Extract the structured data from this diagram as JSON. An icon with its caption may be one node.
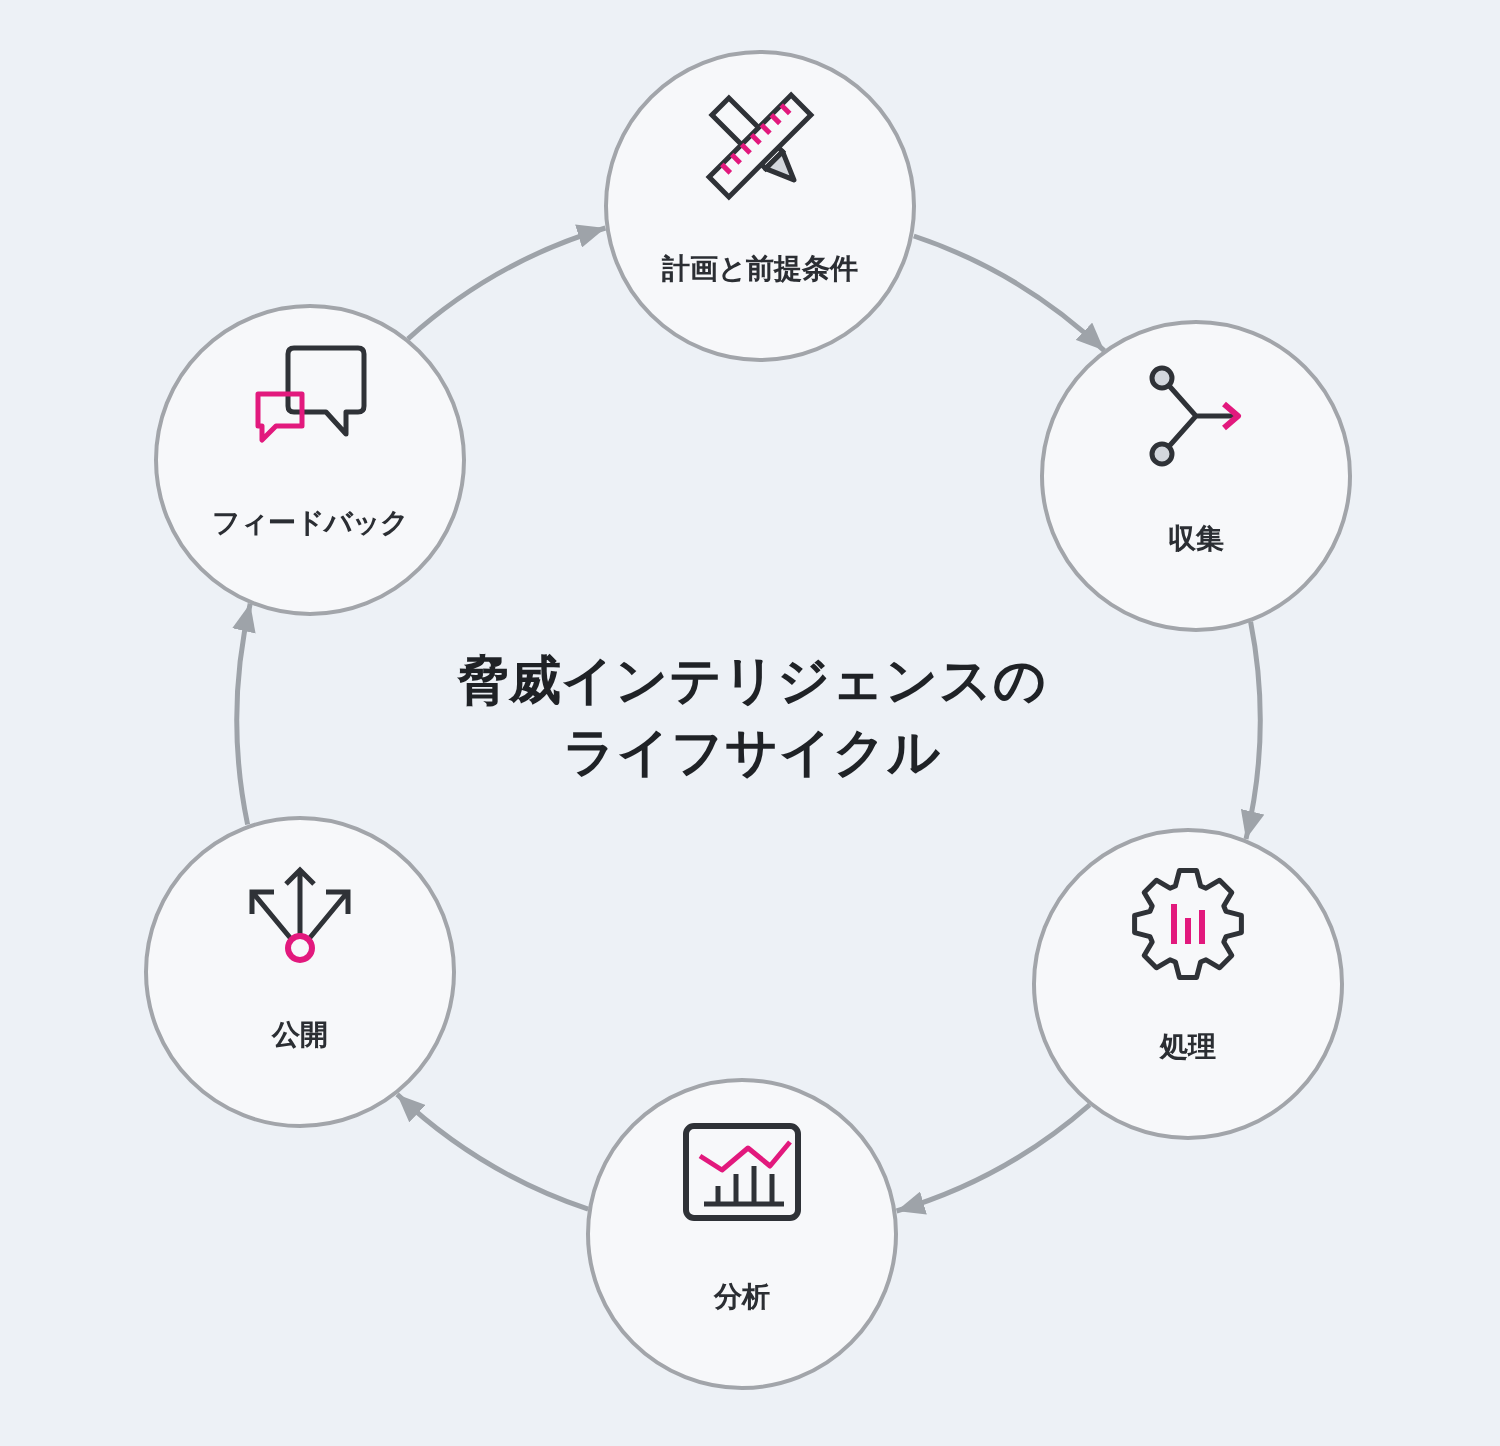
{
  "diagram": {
    "title": "脅威インテリジェンスのライフサイクル",
    "nodes": [
      {
        "text": [
          "計画と前提条件"
        ]
      },
      {
        "text": [
          "収集"
        ]
      },
      {
        "text": [
          "処理"
        ]
      },
      {
        "text": [
          "分析"
        ]
      },
      {
        "text": [
          "公開"
        ]
      },
      {
        "text": [
          "フィードバック"
        ]
      }
    ],
    "edges": [
      {
        "from": 0,
        "to": 1,
        "arrow": "to"
      },
      {
        "from": 1,
        "to": 2,
        "arrow": "to"
      },
      {
        "from": 2,
        "to": 3,
        "arrow": "to"
      },
      {
        "from": 3,
        "to": 4,
        "arrow": "to"
      },
      {
        "from": 4,
        "to": 5,
        "arrow": "to"
      },
      {
        "from": 5,
        "to": 0,
        "arrow": "to"
      }
    ]
  }
}
